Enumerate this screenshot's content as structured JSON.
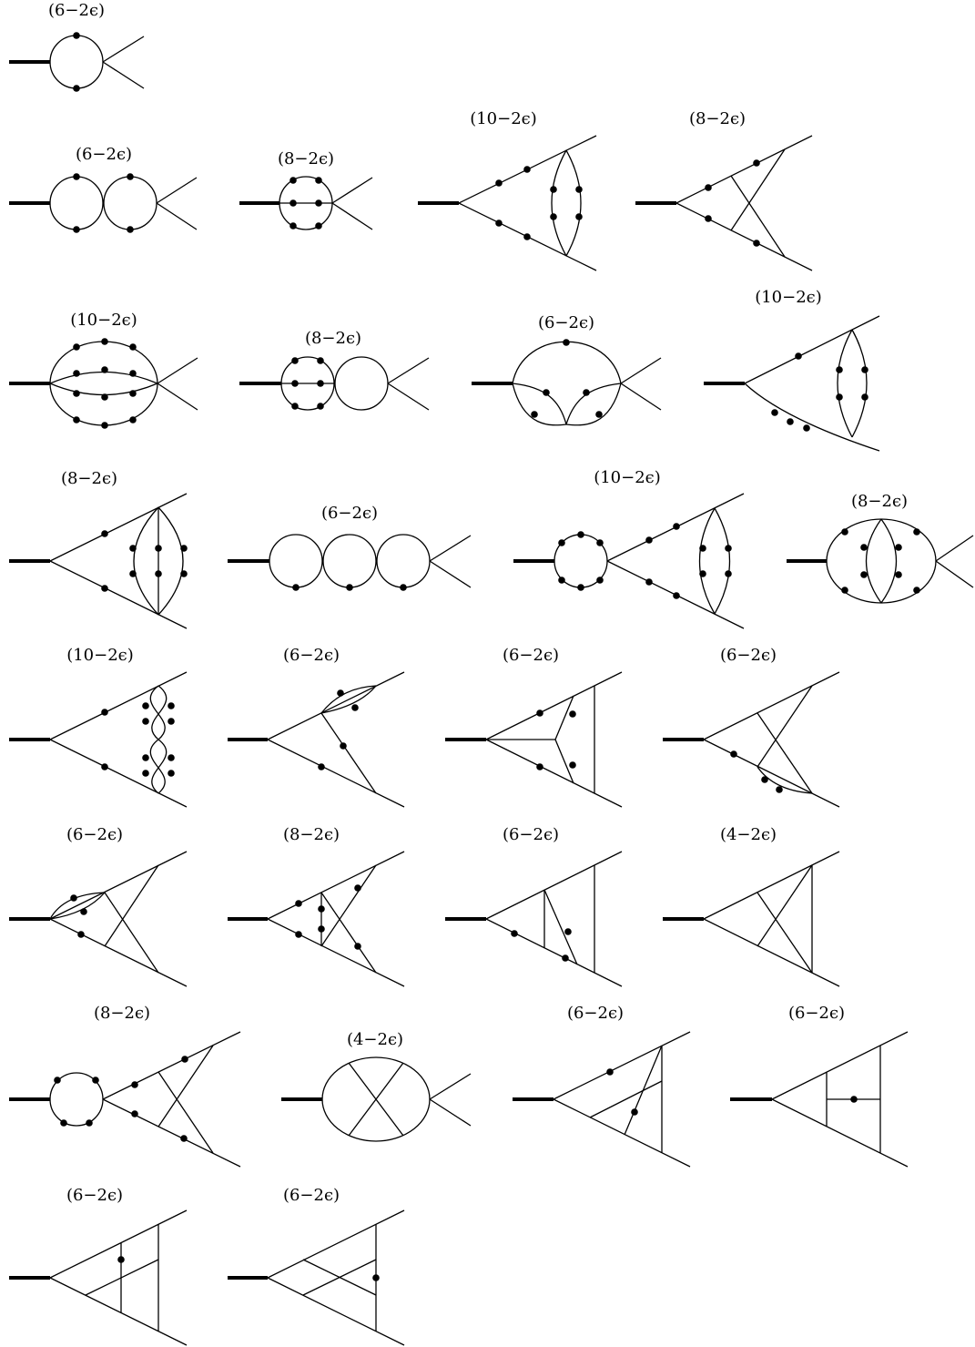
{
  "labels": [
    "(6−2ϵ)",
    "(6−2ϵ)",
    "(8−2ϵ)",
    "(10−2ϵ)",
    "(8−2ϵ)",
    "(10−2ϵ)",
    "(8−2ϵ)",
    "(6−2ϵ)",
    "(10−2ϵ)",
    "(8−2ϵ)",
    "(6−2ϵ)",
    "(10−2ϵ)",
    "(8−2ϵ)",
    "(10−2ϵ)",
    "(6−2ϵ)",
    "(6−2ϵ)",
    "(6−2ϵ)",
    "(6−2ϵ)",
    "(8−2ϵ)",
    "(6−2ϵ)",
    "(4−2ϵ)",
    "(8−2ϵ)",
    "(4−2ϵ)",
    "(6−2ϵ)",
    "(6−2ϵ)",
    "(6−2ϵ)",
    "(6−2ϵ)"
  ]
}
